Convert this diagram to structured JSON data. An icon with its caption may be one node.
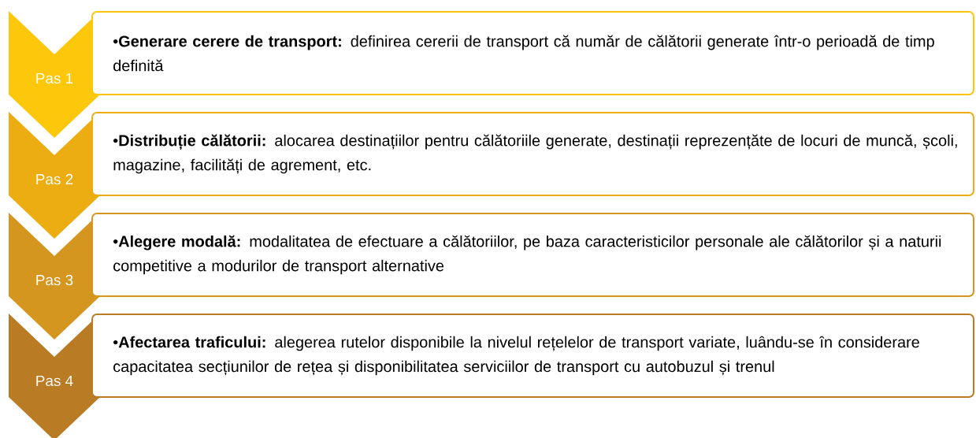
{
  "diagram": {
    "nodes": [
      {
        "text": [
          "Pas 1"
        ]
      },
      {
        "text": [
          "•**Generare cerere de transport:** definirea cererii de transport că număr de călătorii generate într-o perioadă de timp definită"
        ]
      },
      {
        "text": [
          "Pas 2"
        ]
      },
      {
        "text": [
          "•**Distribuție călătorii:** alocarea destinațiilor pentru călătoriile generate, destinații reprezențăte de locuri de muncă, școli, magazine, facilități de agrement, etc."
        ]
      },
      {
        "text": [
          "Pas 3"
        ]
      },
      {
        "text": [
          "•**Alegere modală:** modalitatea de efectuare a călătoriilor, pe baza caracteristicilor personale ale călătorilor și a naturii competitive a modurilor de transport alternative"
        ]
      },
      {
        "text": [
          "Pas 4"
        ]
      },
      {
        "text": [
          "•**Afectarea traficului:** alegerea rutelor disponibile la nivelul rețelelor de transport variate, luându-se în considerare capacitatea secțiunilor de rețea și disponibilitatea serviciilor de transport cu autobuzul și trenul"
        ]
      }
    ]
  }
}
